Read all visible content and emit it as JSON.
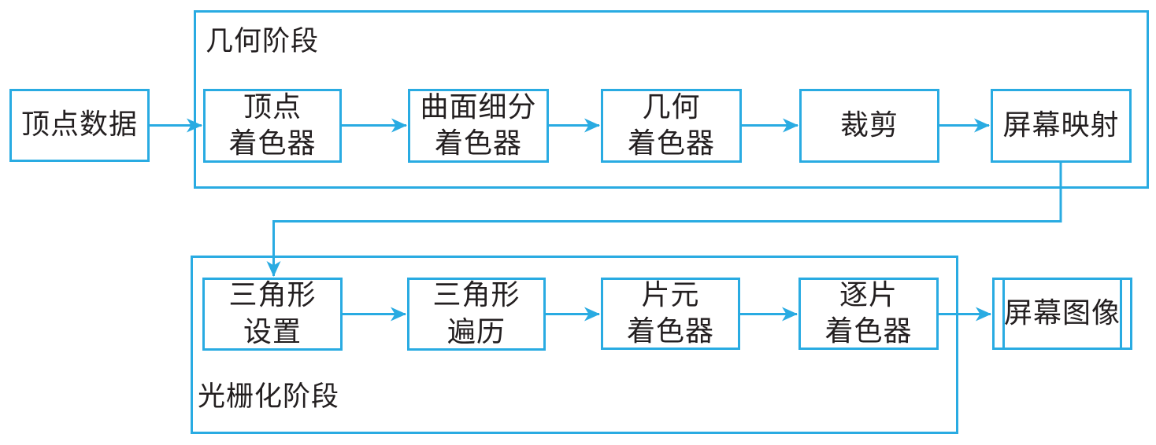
{
  "diagram": {
    "title": "rendering-pipeline-flowchart",
    "colors": {
      "accent": "#29ABE2",
      "text": "#231F20",
      "background": "#FFFFFF"
    },
    "input_node": {
      "id": "vertex-data",
      "lines": [
        "顶点数据"
      ]
    },
    "geometry_stage": {
      "label": "几何阶段",
      "nodes": [
        {
          "id": "vertex-shader",
          "lines": [
            "顶点",
            "着色器"
          ]
        },
        {
          "id": "tessellation-shader",
          "lines": [
            "曲面细分",
            "着色器"
          ]
        },
        {
          "id": "geometry-shader",
          "lines": [
            "几何",
            "着色器"
          ]
        },
        {
          "id": "clipping",
          "lines": [
            "裁剪"
          ]
        },
        {
          "id": "screen-mapping",
          "lines": [
            "屏幕映射"
          ]
        }
      ]
    },
    "rasterization_stage": {
      "label": "光栅化阶段",
      "nodes": [
        {
          "id": "triangle-setup",
          "lines": [
            "三角形",
            "设置"
          ]
        },
        {
          "id": "triangle-traversal",
          "lines": [
            "三角形",
            "遍历"
          ]
        },
        {
          "id": "fragment-shader",
          "lines": [
            "片元",
            "着色器"
          ]
        },
        {
          "id": "per-fragment-shader",
          "lines": [
            "逐片",
            "着色器"
          ]
        }
      ]
    },
    "output_node": {
      "id": "screen-image",
      "lines": [
        "屏幕图像"
      ]
    },
    "edges": [
      {
        "from": "vertex-data",
        "to": "vertex-shader"
      },
      {
        "from": "vertex-shader",
        "to": "tessellation-shader"
      },
      {
        "from": "tessellation-shader",
        "to": "geometry-shader"
      },
      {
        "from": "geometry-shader",
        "to": "clipping"
      },
      {
        "from": "clipping",
        "to": "screen-mapping"
      },
      {
        "from": "screen-mapping",
        "to": "triangle-setup"
      },
      {
        "from": "triangle-setup",
        "to": "triangle-traversal"
      },
      {
        "from": "triangle-traversal",
        "to": "fragment-shader"
      },
      {
        "from": "fragment-shader",
        "to": "per-fragment-shader"
      },
      {
        "from": "per-fragment-shader",
        "to": "screen-image"
      }
    ]
  }
}
